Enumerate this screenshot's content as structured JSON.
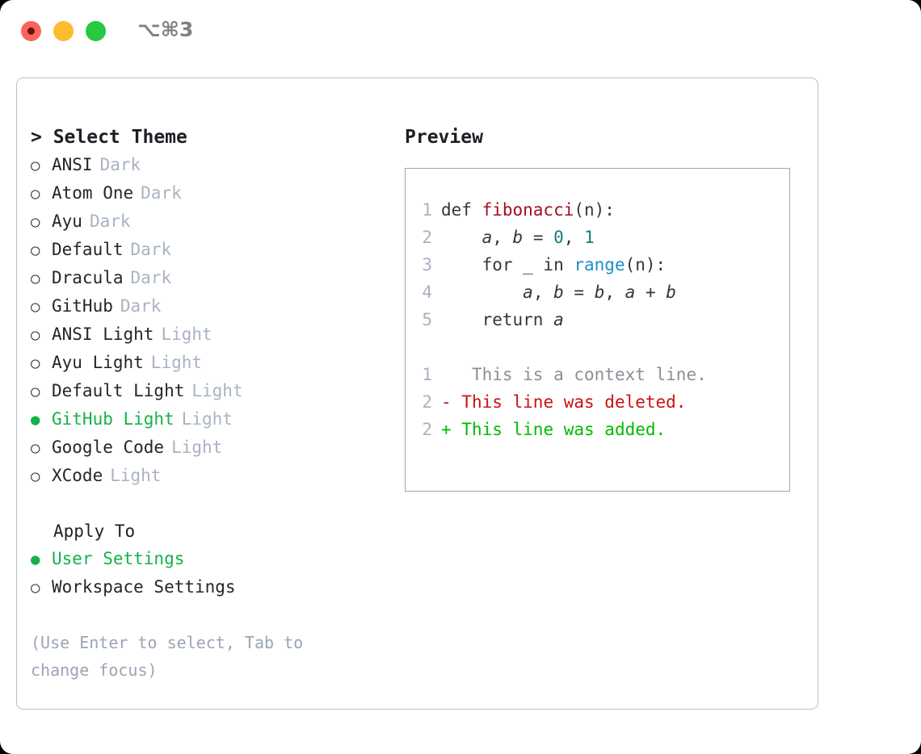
{
  "window": {
    "shortcut": "⌥⌘3",
    "traffic_lights": [
      {
        "name": "close",
        "color": "#f9655c"
      },
      {
        "name": "minimize",
        "color": "#fdbc2e"
      },
      {
        "name": "maximize",
        "color": "#28c840"
      }
    ]
  },
  "theme_picker": {
    "heading": "> Select Theme",
    "selected_marker": "●",
    "unselected_marker": "○",
    "accent_color": "#14b14a",
    "badge_color": "#a9b3c4",
    "items": [
      {
        "marker": "○",
        "name": "ANSI",
        "badge": "Dark",
        "selected": false
      },
      {
        "marker": "○",
        "name": "Atom One",
        "badge": "Dark",
        "selected": false
      },
      {
        "marker": "○",
        "name": "Ayu",
        "badge": "Dark",
        "selected": false
      },
      {
        "marker": "○",
        "name": "Default",
        "badge": "Dark",
        "selected": false
      },
      {
        "marker": "○",
        "name": "Dracula",
        "badge": "Dark",
        "selected": false
      },
      {
        "marker": "○",
        "name": "GitHub",
        "badge": "Dark",
        "selected": false
      },
      {
        "marker": "○",
        "name": "ANSI Light",
        "badge": "Light",
        "selected": false
      },
      {
        "marker": "○",
        "name": "Ayu Light",
        "badge": "Light",
        "selected": false
      },
      {
        "marker": "○",
        "name": "Default Light",
        "badge": "Light",
        "selected": false
      },
      {
        "marker": "●",
        "name": "GitHub Light",
        "badge": "Light",
        "selected": true
      },
      {
        "marker": "○",
        "name": "Google Code",
        "badge": "Light",
        "selected": false
      },
      {
        "marker": "○",
        "name": "XCode",
        "badge": "Light",
        "selected": false
      }
    ]
  },
  "apply_to": {
    "heading": "Apply To",
    "options": [
      {
        "marker": "●",
        "label": "User Settings",
        "selected": true
      },
      {
        "marker": "○",
        "label": "Workspace Settings",
        "selected": false
      }
    ]
  },
  "hint": "(Use Enter to select, Tab to change focus)",
  "preview": {
    "heading": "Preview",
    "code_lines": [
      {
        "num": "1",
        "tokens": [
          {
            "t": "def ",
            "c": "tok-kw"
          },
          {
            "t": "fibonacci",
            "c": "tok-fn"
          },
          {
            "t": "(n):",
            "c": "tok-pl"
          }
        ]
      },
      {
        "num": "2",
        "tokens": [
          {
            "t": "    ",
            "c": "tok-pl"
          },
          {
            "t": "a",
            "c": "tok-var"
          },
          {
            "t": ", ",
            "c": "tok-pl"
          },
          {
            "t": "b",
            "c": "tok-var"
          },
          {
            "t": " = ",
            "c": "tok-pl"
          },
          {
            "t": "0",
            "c": "tok-num"
          },
          {
            "t": ", ",
            "c": "tok-pl"
          },
          {
            "t": "1",
            "c": "tok-num"
          }
        ]
      },
      {
        "num": "3",
        "tokens": [
          {
            "t": "    for _ in ",
            "c": "tok-kw"
          },
          {
            "t": "range",
            "c": "tok-bi"
          },
          {
            "t": "(n):",
            "c": "tok-pl"
          }
        ]
      },
      {
        "num": "4",
        "tokens": [
          {
            "t": "        ",
            "c": "tok-pl"
          },
          {
            "t": "a",
            "c": "tok-var"
          },
          {
            "t": ", ",
            "c": "tok-pl"
          },
          {
            "t": "b",
            "c": "tok-var"
          },
          {
            "t": " = ",
            "c": "tok-pl"
          },
          {
            "t": "b",
            "c": "tok-var"
          },
          {
            "t": ", ",
            "c": "tok-pl"
          },
          {
            "t": "a",
            "c": "tok-var"
          },
          {
            "t": " + ",
            "c": "tok-pl"
          },
          {
            "t": "b",
            "c": "tok-var"
          }
        ]
      },
      {
        "num": "5",
        "tokens": [
          {
            "t": "    return ",
            "c": "tok-kw"
          },
          {
            "t": "a",
            "c": "tok-var"
          }
        ]
      }
    ],
    "diff_lines": [
      {
        "num": "1",
        "sign": " ",
        "text": "  This is a context line.",
        "cls": "d-ctx"
      },
      {
        "num": "2",
        "sign": "-",
        "text": " This line was deleted.",
        "cls": "d-del"
      },
      {
        "num": "2",
        "sign": "+",
        "text": " This line was added.",
        "cls": "d-add"
      }
    ]
  }
}
